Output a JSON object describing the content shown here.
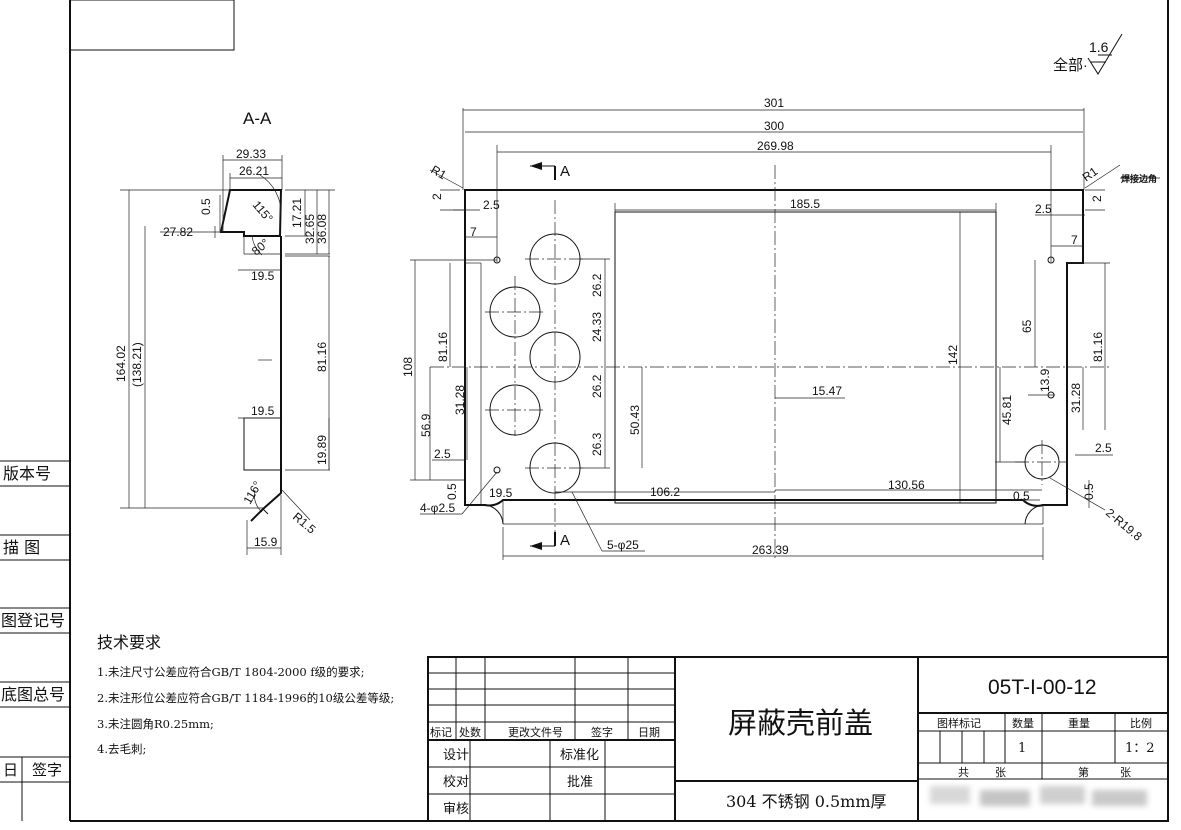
{
  "section_label": "A-A",
  "roughness": {
    "prefix": "全部",
    "value": "1.6"
  },
  "weld_note": "焊接边角",
  "section_marks": [
    "A",
    "A"
  ],
  "section_dims": [
    "29.33",
    "26.21",
    "0.5",
    "115°",
    "17.21",
    "32.65",
    "36.08",
    "27.82",
    "80°",
    "19.5",
    "164.02",
    "(138.21)",
    "81.16",
    "19.5",
    "19.89",
    "116°",
    "R1.5",
    "15.9"
  ],
  "front_dims": [
    "301",
    "300",
    "269.98",
    "R1",
    "R1",
    "2",
    "2.5",
    "7",
    "2",
    "2.5",
    "7",
    "185.5",
    "108",
    "81.16",
    "26.2",
    "24.33",
    "26.2",
    "26.3",
    "31.28",
    "56.9",
    "50.43",
    "15.47",
    "142",
    "65",
    "81.16",
    "13.9",
    "31.28",
    "45.81",
    "2.5",
    "2.5",
    "0.5",
    "19.5",
    "0.5",
    "0.5",
    "106.2",
    "130.56",
    "4-φ2.5",
    "5-φ25",
    "2-R19.8",
    "263.39"
  ],
  "tech_requirements": {
    "title": "技术要求",
    "items": [
      "1.未注尺寸公差应符合GB/T 1804-2000 f级的要求;",
      "2.未注形位公差应符合GB/T 1184-1996的10级公差等级;",
      "3.未注圆角R0.25mm;",
      "4.去毛刺;"
    ]
  },
  "side_labels": [
    "版本号",
    "描 图",
    "图登记号",
    "底图总号",
    "日",
    "签字"
  ],
  "title_block": {
    "rev_headers": [
      "标记",
      "处数",
      "更改文件号",
      "签字",
      "日期"
    ],
    "roles": [
      "设计",
      "标准化",
      "校对",
      "批准",
      "审核"
    ],
    "part_name": "屏蔽壳前盖",
    "material": "304 不锈钢 0.5mm厚",
    "drawing_no": "05T-I-00-12",
    "attr_headers": [
      "图样标记",
      "数量",
      "重量",
      "比例"
    ],
    "quantity": "1",
    "scale": "1：2",
    "sheet_labels": [
      "共",
      "张",
      "第",
      "张"
    ]
  }
}
